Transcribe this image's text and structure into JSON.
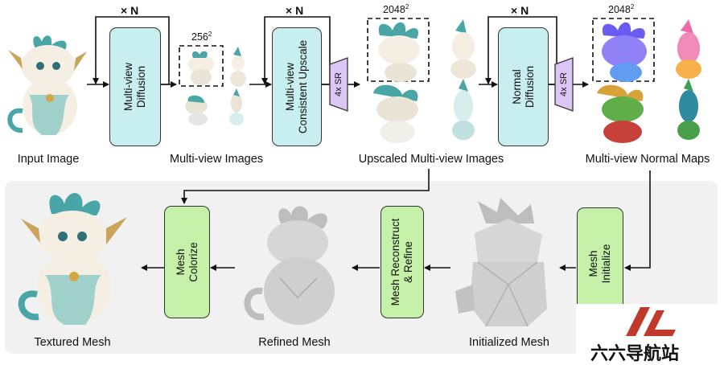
{
  "labels": {
    "input_image": "Input Image",
    "multiview_images": "Multi-view Images",
    "upscaled_images": "Upscaled Multi-view Images",
    "normal_maps": "Multi-view Normal Maps",
    "textured_mesh": "Textured Mesh",
    "refined_mesh": "Refined Mesh",
    "initialized_mesh": "Initialized Mesh"
  },
  "stages": {
    "diffusion": [
      "Multi-view",
      "Diffusion"
    ],
    "upscale": [
      "Multi-view",
      "Consistent Upscale"
    ],
    "normal": [
      "Normal",
      "Diffusion"
    ],
    "colorize": [
      "Mesh",
      "Colorize"
    ],
    "reconstruct": [
      "Mesh Reconstruct",
      "& Refine"
    ],
    "initialize": [
      "Mesh",
      "Initialize"
    ]
  },
  "repeat_label": "× N",
  "sr_label": "4x SR",
  "resolutions": {
    "low": "256",
    "high": "2048",
    "exponent": "2"
  },
  "watermark": {
    "text": "六六导航站"
  },
  "colors": {
    "stage_blue": "#c9eef0",
    "stage_green": "#c5f0a8",
    "sr_purple": "#dcc6f5",
    "panel_gray": "#f1f1f1",
    "watermark_red": "#c0392b",
    "creature_teal": "#4aa6a6",
    "creature_cream": "#f4efe2",
    "mesh_gray": "#cfcfcf"
  }
}
